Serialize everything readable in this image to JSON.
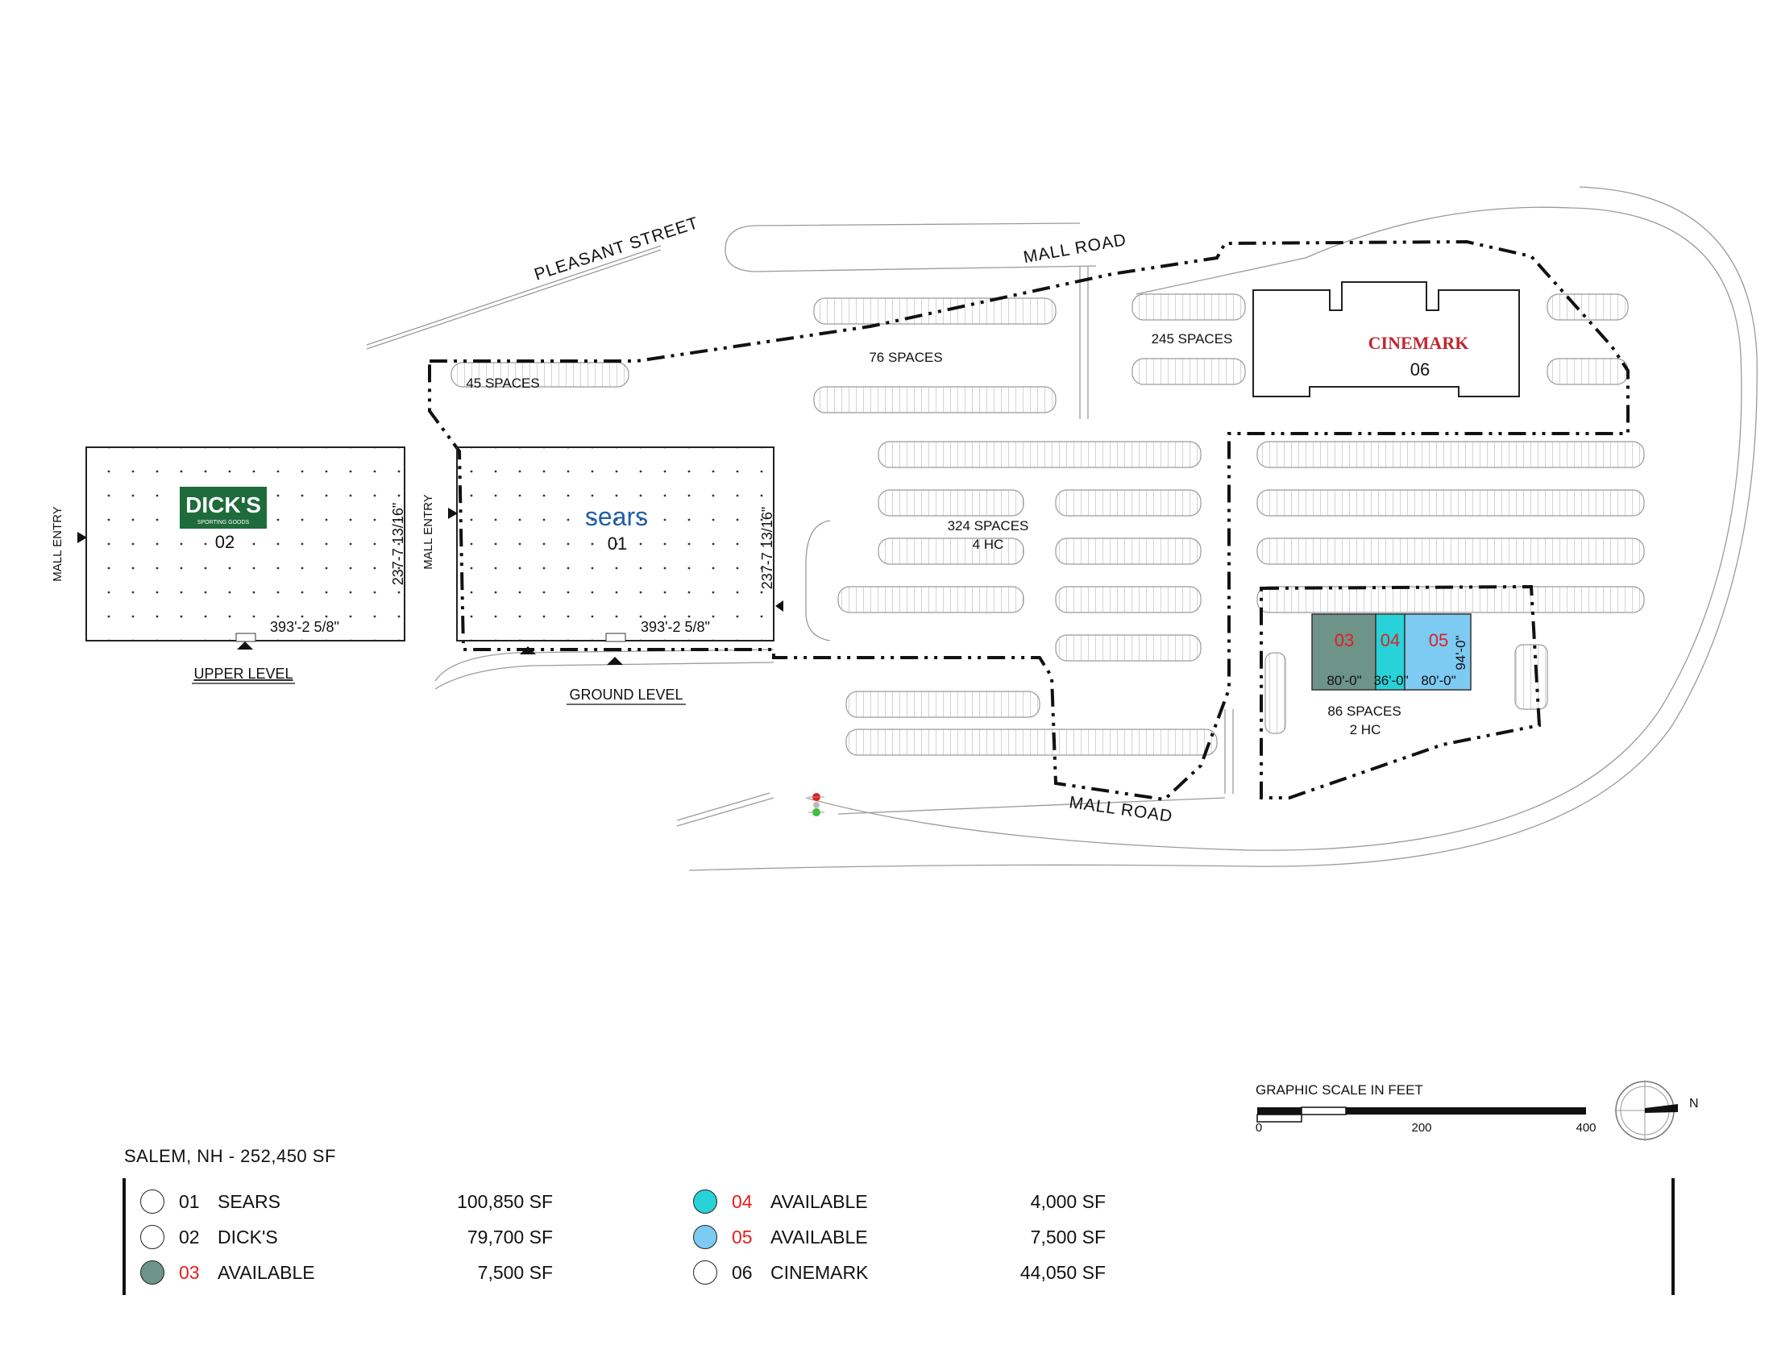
{
  "streets": {
    "pleasant_street": "PLEASANT STREET",
    "mall_road_top": "MALL ROAD",
    "mall_road_bottom": "MALL ROAD"
  },
  "parking": {
    "p45": "45 SPACES",
    "p76": "76 SPACES",
    "p245": "245 SPACES",
    "p324": "324 SPACES",
    "p324_hc": "4 HC",
    "p86": "86 SPACES",
    "p86_hc": "2 HC"
  },
  "buildings": {
    "dicks": {
      "logo_text": "DICK'S",
      "logo_sub": "SPORTING GOODS",
      "number": "02",
      "width_dim": "393'-2 5/8\"",
      "depth_dim": "237-7 13/16\"",
      "level": "UPPER LEVEL"
    },
    "sears": {
      "logo_text": "sears",
      "number": "01",
      "width_dim": "393'-2 5/8\"",
      "depth_dim": "237-7 13/16\"",
      "level": "GROUND LEVEL"
    },
    "cinemark": {
      "logo_text": "CINEMARK",
      "number": "06"
    },
    "mall_entry_1": "MALL ENTRY",
    "mall_entry_2": "MALL ENTRY",
    "pad": {
      "units": [
        "03",
        "04",
        "05"
      ],
      "widths": [
        "80'-0\"",
        "36'-0\"",
        "80'-0\""
      ],
      "depth": "94'-0\""
    }
  },
  "scale": {
    "title": "GRAPHIC SCALE IN FEET",
    "ticks": [
      "0",
      "200",
      "400"
    ],
    "north": "N"
  },
  "legend": {
    "site": "SALEM, NH -  252,450 SF",
    "items": [
      {
        "num": "01",
        "name": "SEARS",
        "sf": "100,850 SF",
        "color": "#ffffff",
        "red": false
      },
      {
        "num": "02",
        "name": "DICK'S",
        "sf": "79,700 SF",
        "color": "#ffffff",
        "red": false
      },
      {
        "num": "03",
        "name": "AVAILABLE",
        "sf": "7,500 SF",
        "color": "#6e9389",
        "red": true
      },
      {
        "num": "04",
        "name": "AVAILABLE",
        "sf": "4,000 SF",
        "color": "#27d2d8",
        "red": true
      },
      {
        "num": "05",
        "name": "AVAILABLE",
        "sf": "7,500 SF",
        "color": "#7dcaf2",
        "red": true
      },
      {
        "num": "06",
        "name": "CINEMARK",
        "sf": "44,050 SF",
        "color": "#ffffff",
        "red": false
      }
    ]
  },
  "colors": {
    "unit_03": "#6e9389",
    "unit_04": "#27d2d8",
    "unit_05": "#7dcaf2",
    "dicks_green": "#1e6b3b",
    "sears_blue": "#1f5fa8",
    "cinemark_red": "#c0262d",
    "red_text": "#e02020"
  }
}
